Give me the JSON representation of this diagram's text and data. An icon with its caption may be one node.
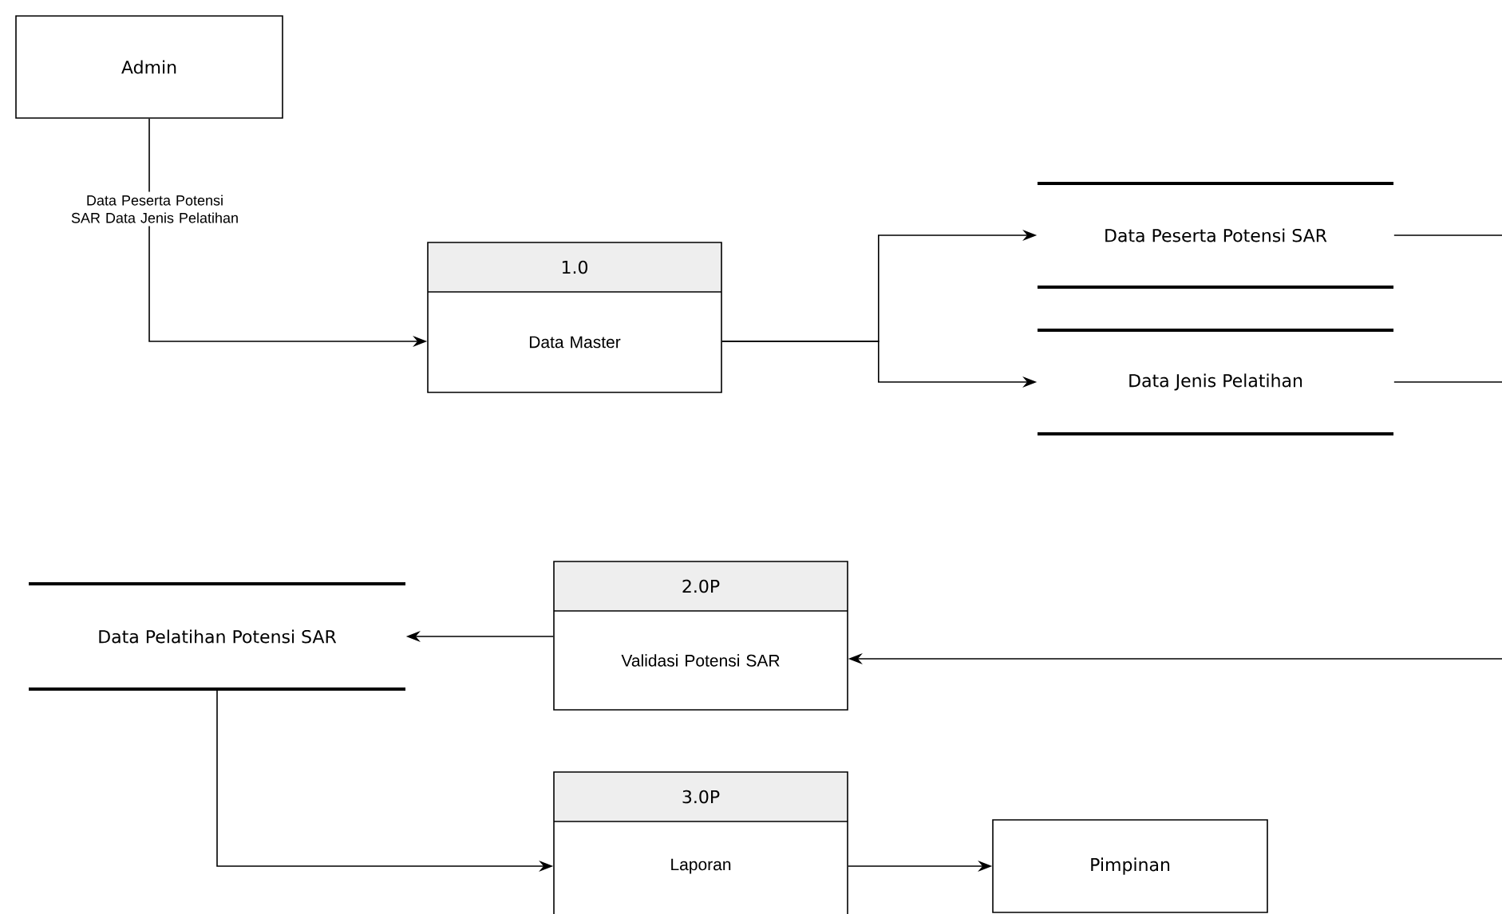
{
  "diagram": {
    "nodes": [
      {
        "text": [
          "Admin"
        ]
      },
      {
        "text": [
          "1.0",
          "Data Master"
        ]
      },
      {
        "text": [
          "Data Peserta Potensi SAR"
        ]
      },
      {
        "text": [
          "Data Jenis Pelatihan"
        ]
      },
      {
        "text": [
          "Data Pelatihan Potensi SAR"
        ]
      },
      {
        "text": [
          "2.0P",
          "Validasi Potensi SAR"
        ]
      },
      {
        "text": [
          "3.0P",
          "Laporan"
        ]
      },
      {
        "text": [
          "Pimpinan"
        ]
      }
    ],
    "edges": [
      {
        "from": 0,
        "to": 1,
        "arrow": "to",
        "label": "Data Peserta Potensi SAR Data Jenis Pelatihan"
      },
      {
        "from": 1,
        "to": 2,
        "arrow": "to"
      },
      {
        "from": 1,
        "to": 3,
        "arrow": "to"
      },
      {
        "from": 2,
        "to": null,
        "arrow": "none"
      },
      {
        "from": 3,
        "to": null,
        "arrow": "none"
      },
      {
        "from": null,
        "to": 5,
        "arrow": "to"
      },
      {
        "from": 5,
        "to": 4,
        "arrow": "to"
      },
      {
        "from": 4,
        "to": 6,
        "arrow": "to"
      },
      {
        "from": 6,
        "to": 7,
        "arrow": "to"
      }
    ]
  }
}
